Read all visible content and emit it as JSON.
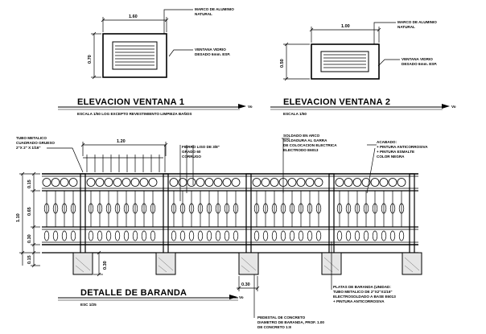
{
  "window1": {
    "title": "ELEVACION VENTANA 1",
    "scale": "ESCALA 1/50  LOG EXCEPTO REVESTIMIENTO LIMPIEZA BAÑOS",
    "dim_width": "1.60",
    "dim_height": "0.70",
    "note_frame": [
      "MARCO DE ALUMINIO",
      "NATURAL"
    ],
    "note_glass": [
      "VENTANA VIDRIO",
      "DESADO 6mm. ESP."
    ]
  },
  "window2": {
    "title": "ELEVACION VENTANA 2",
    "scale": "ESCALA 1/50",
    "dim_width": "1.00",
    "dim_height": "0.50",
    "note_frame": [
      "MARCO DE ALUMINIO",
      "NATURAL"
    ],
    "note_glass": [
      "VENTANA VIDRIO",
      "DESADO 6mm. ESP."
    ]
  },
  "railing": {
    "title": "DETALLE DE BARANDA",
    "scale": "ESC 1/25",
    "dim_top": "1.20",
    "dim_total_height": "1.10",
    "dim_top_band": "0.15",
    "dim_middle": "0.65",
    "dim_bottom_band": "0.30",
    "dim_base": "0.15",
    "dim_footing_height": "0.30",
    "dim_footing_width": "0.30",
    "notes": {
      "tube": [
        "TUBO METALICO",
        "CUADRADO GRUESO",
        "2\"X 2\" X 1/16\""
      ],
      "rods": [
        "FIERRO LISO DE 3/8\"",
        "GRADO 60",
        "CORRUGO"
      ],
      "welded": [
        "SOLDADO EN ARCO",
        "SOLDADURA AL GARRA",
        "DE COLOCACION ELECTRICA",
        "ELECTRODO E6013"
      ],
      "finish": [
        "ACABADO:",
        "+ PINTURA ANTICORROSIVA",
        "+ PINTURA ESMALTE",
        "COLOR NEGRA"
      ],
      "post": [
        "PLATAS DE BARANDA (UNIDAD:",
        "TUBO METALICO DE 2\"X2\"X1/16\"",
        "ELECTROSOLDADO A BASE E6013",
        "+ PINTURA ANTICORROSIVA"
      ],
      "footing": [
        "PEDESTAL DE CONCRETO",
        "DIAMETRO DE BARANDA, PROF. 1.00",
        "DE CONCRETO 1:8"
      ]
    }
  }
}
